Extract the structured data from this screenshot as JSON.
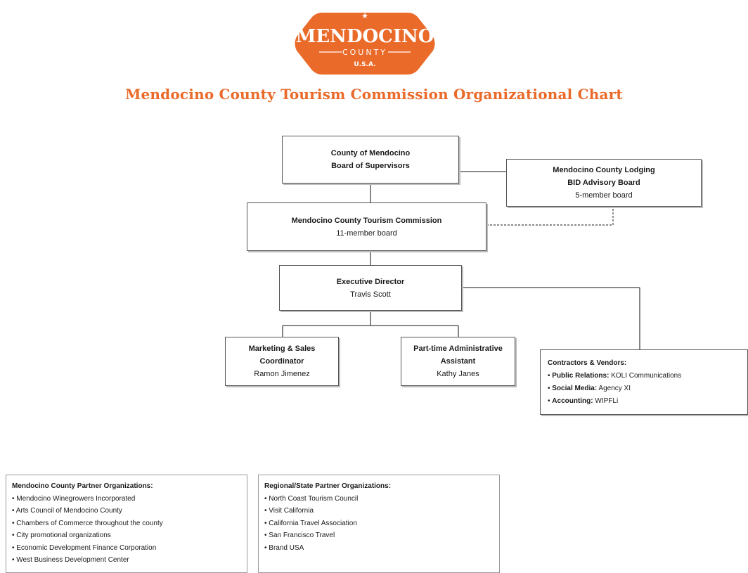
{
  "logo": {
    "main": "MENDOCINO",
    "sub": "COUNTY",
    "tag": "U.S.A.",
    "color": "#ea6a2a"
  },
  "title": "Mendocino County Tourism Commission Organizational Chart",
  "nodes": {
    "board": {
      "line1": "County of Mendocino",
      "line2": "Board of Supervisors"
    },
    "lodging": {
      "line1": "Mendocino County Lodging",
      "line2": "BID Advisory Board",
      "line3": "5-member board"
    },
    "commission": {
      "line1": "Mendocino County Tourism Commission",
      "line2": "11-member board"
    },
    "director": {
      "line1": "Executive Director",
      "line2": "Travis Scott"
    },
    "marketing": {
      "line1": "Marketing & Sales",
      "line2": "Coordinator",
      "line3": "Ramon Jimenez"
    },
    "admin": {
      "line1": "Part-time Administrative",
      "line2": "Assistant",
      "line3": "Kathy Janes"
    },
    "contractors": {
      "heading": "Contractors & Vendors:",
      "items": [
        {
          "label": "Public Relations:",
          "value": "KOLI Communications"
        },
        {
          "label": "Social Media:",
          "value": "Agency XI"
        },
        {
          "label": "Accounting:",
          "value": "WIPFLi"
        }
      ]
    }
  },
  "partners": {
    "county": {
      "heading": "Mendocino County Partner Organizations:",
      "items": [
        "Mendocino Winegrowers Incorporated",
        "Arts Council of Mendocino County",
        "Chambers of Commerce throughout the county",
        "City promotional organizations",
        "Economic Development Finance Corporation",
        "West Business Development Center"
      ]
    },
    "regional": {
      "heading": "Regional/State Partner Organizations:",
      "items": [
        "North Coast Tourism Council",
        "Visit California",
        "California Travel Association",
        "San Francisco Travel",
        "Brand USA"
      ]
    }
  }
}
